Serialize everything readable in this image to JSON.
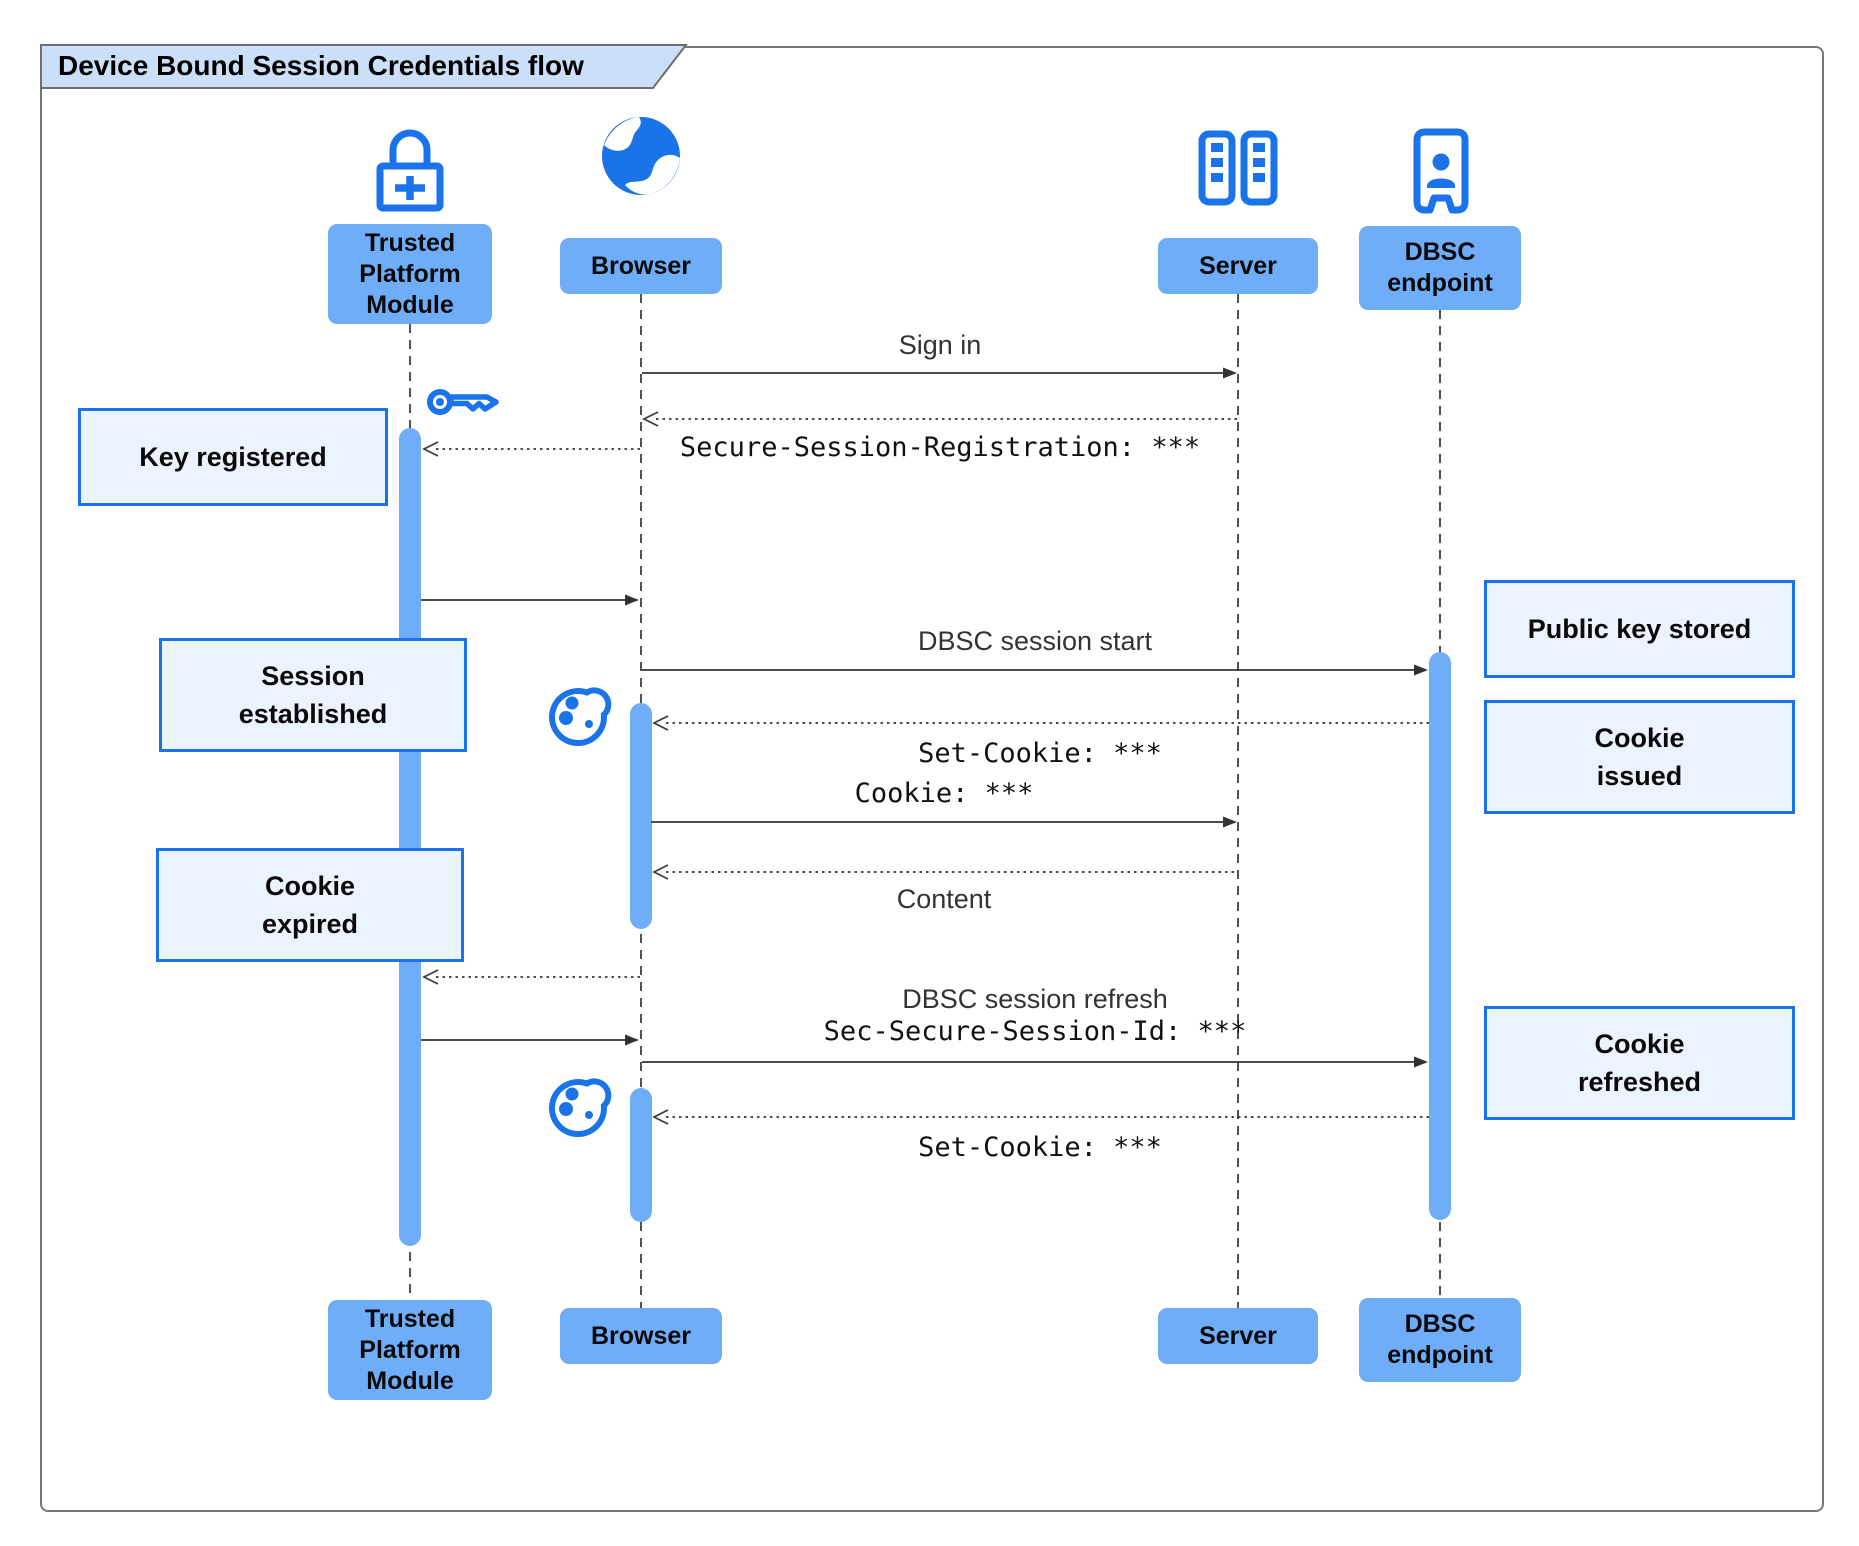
{
  "title": "Device Bound Session Credentials flow",
  "actors": {
    "tpm": {
      "lines": [
        "Trusted",
        "Platform",
        "Module"
      ]
    },
    "browser": {
      "lines": [
        "Browser"
      ]
    },
    "server": {
      "lines": [
        "Server"
      ]
    },
    "dbsc": {
      "lines": [
        "DBSC",
        "endpoint"
      ]
    }
  },
  "messages": {
    "sign_in": "Sign in",
    "secure_session_registration": "Secure-Session-Registration: ***",
    "dbsc_session_start": "DBSC session start",
    "set_cookie_1": "Set-Cookie: ***",
    "cookie": "Cookie: ***",
    "content": "Content",
    "dbsc_session_refresh": "DBSC session refresh",
    "sec_secure_session_id": "Sec-Secure-Session-Id: ***",
    "set_cookie_2": "Set-Cookie: ***"
  },
  "notes": {
    "key_registered": [
      "Key registered"
    ],
    "session_established": [
      "Session",
      "established"
    ],
    "cookie_expired": [
      "Cookie",
      "expired"
    ],
    "public_key_stored": [
      "Public key stored"
    ],
    "cookie_issued": [
      "Cookie",
      "issued"
    ],
    "cookie_refreshed": [
      "Cookie",
      "refreshed"
    ]
  },
  "icons": {
    "tpm": "lock-plus-icon",
    "browser": "globe-icon",
    "server": "server-rack-icon",
    "dbsc": "person-door-icon",
    "key": "key-icon",
    "cookie": "cookie-icon"
  },
  "colors": {
    "icon_blue": "#1a73e8",
    "fill_blue": "#6fadf8",
    "note_fill": "#ebf3fe",
    "note_border": "#1a73e8",
    "tab_fill": "#cbdff8",
    "arrow": "#333333"
  }
}
